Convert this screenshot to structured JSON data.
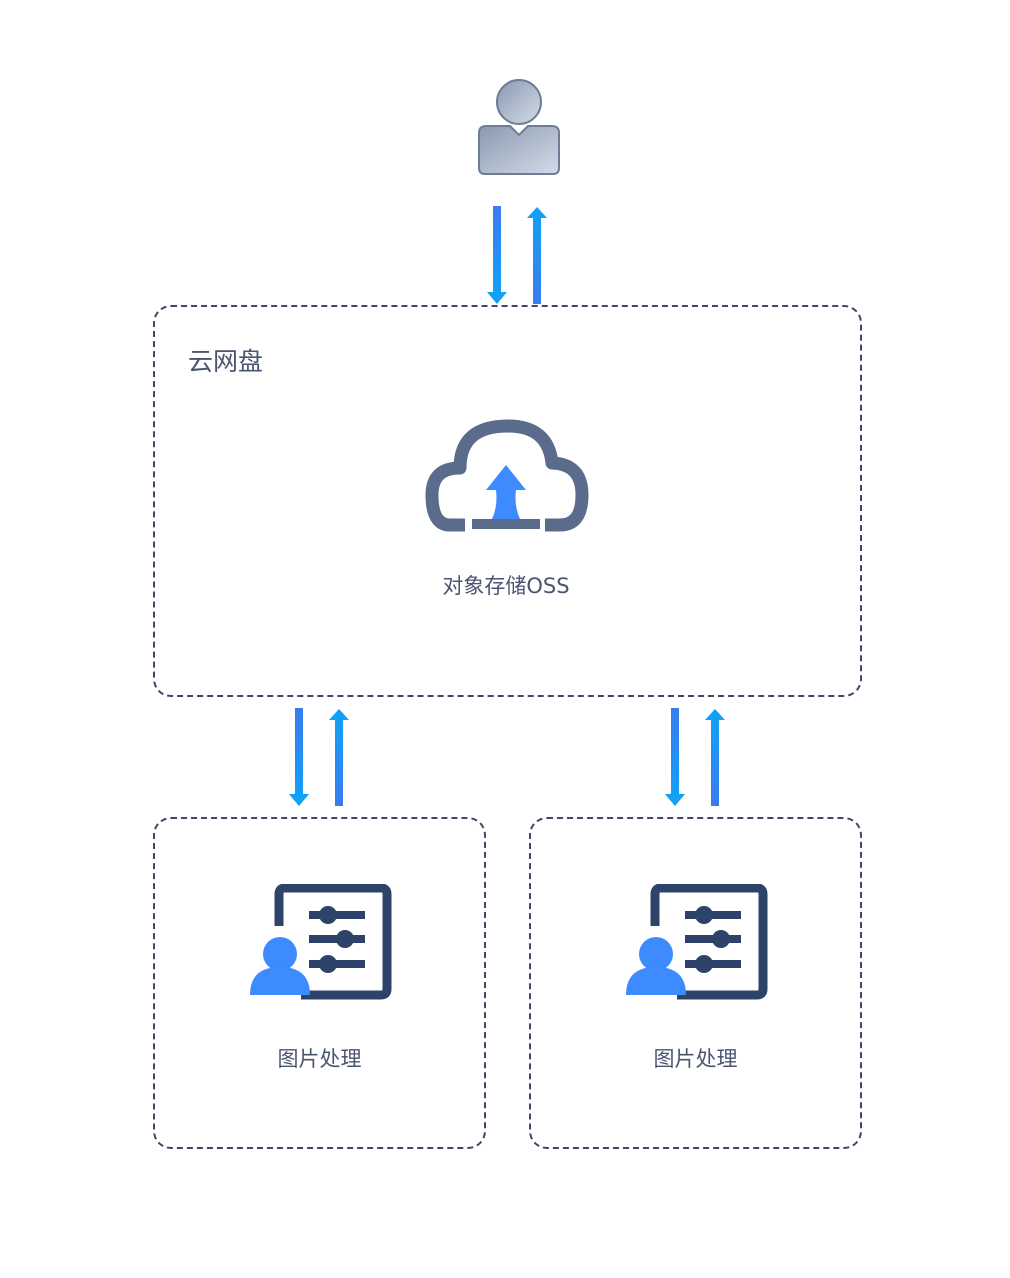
{
  "diagram": {
    "main_box": {
      "title": "云网盘",
      "service_label": "对象存储OSS"
    },
    "left_box": {
      "label": "图片处理"
    },
    "right_box": {
      "label": "图片处理"
    }
  },
  "icons": {
    "user": "user-icon",
    "cloud": "cloud-upload-icon",
    "processing": "image-processing-icon"
  },
  "colors": {
    "border": "#3a4a66",
    "text": "#4a5671",
    "arrow_blue": "#1e90ff",
    "cloud_gray": "#5b6b8b",
    "accent_blue": "#3d8bff",
    "doc_navy": "#2e4369"
  }
}
